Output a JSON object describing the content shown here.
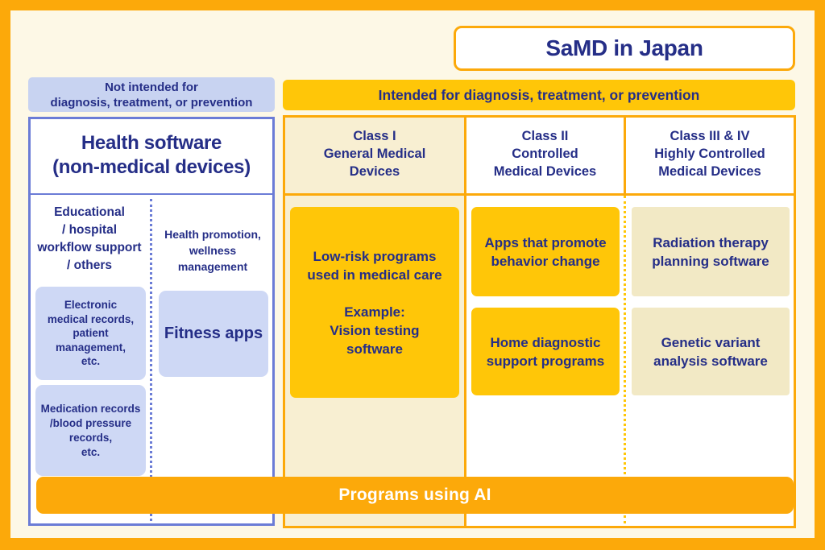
{
  "title": "SaMD in Japan",
  "top_bars": {
    "not_intended": "Not intended for\ndiagnosis, treatment, or prevention",
    "intended": "Intended for diagnosis, treatment, or prevention"
  },
  "health_software": {
    "title": "Health software\n(non-medical devices)",
    "columns": [
      {
        "heading": "Educational\n/ hospital\nworkflow support\n/ others",
        "items": [
          "Electronic\nmedical records,\npatient\nmanagement,\netc.",
          "Medication records\n/blood pressure\nrecords,\netc."
        ]
      },
      {
        "heading": "Health promotion,\nwellness management",
        "items": [
          "Fitness apps"
        ]
      }
    ]
  },
  "samd": {
    "classes": [
      {
        "heading": "Class I\nGeneral Medical\nDevices",
        "items": [
          "Low-risk programs\nused in medical care\n\nExample:\nVision testing\nsoftware"
        ]
      },
      {
        "heading": "Class II\nControlled\nMedical Devices",
        "items": [
          "Apps that promote\nbehavior change",
          "Home diagnostic\nsupport programs"
        ]
      },
      {
        "heading": "Class III & IV\nHighly Controlled\nMedical Devices",
        "items": [
          "Radiation therapy\nplanning software",
          "Genetic variant\nanalysis software"
        ]
      }
    ]
  },
  "footer": {
    "ai_bar": "Programs using AI"
  },
  "colors": {
    "navy_text": "#252e87",
    "orange_border": "#fca90a",
    "gold_fill": "#ffc608",
    "cream_background": "#fdf8e6",
    "cream_column": "#f8efd2",
    "cream_box": "#f2e9c5",
    "lavender_fill": "#c8d3f1",
    "blue_box_fill": "#ced8f5",
    "blue_border": "#6b7cd6",
    "white": "#ffffff"
  }
}
